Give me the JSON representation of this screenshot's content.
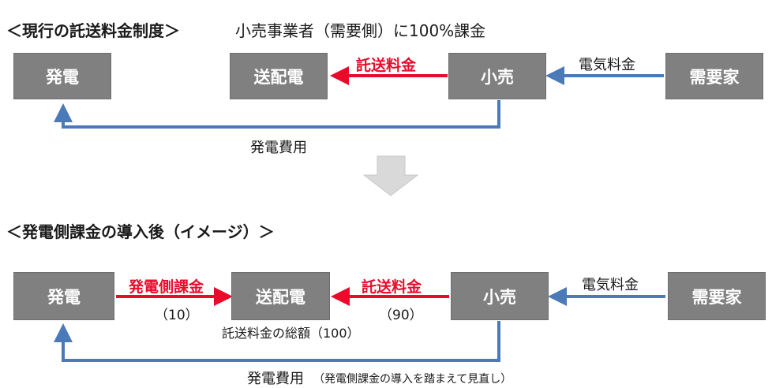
{
  "current": {
    "heading": "＜現行の託送料金制度＞",
    "subheading": "小売事業者（需要側）に100%課金",
    "boxes": {
      "generation": "発電",
      "transmission": "送配電",
      "retail": "小売",
      "consumer": "需要家"
    },
    "arrow_labels": {
      "wheeling_fee": "託送料金",
      "electricity_fee": "電気料金",
      "generation_cost": "発電費用"
    }
  },
  "future": {
    "heading": "＜発電側課金の導入後（イメージ）＞",
    "boxes": {
      "generation": "発電",
      "transmission": "送配電",
      "retail": "小売",
      "consumer": "需要家"
    },
    "arrow_labels": {
      "generation_charge": "発電側課金",
      "generation_charge_amount": "（10）",
      "wheeling_fee": "託送料金",
      "wheeling_fee_amount": "（90）",
      "electricity_fee": "電気料金",
      "generation_cost": "発電費用",
      "generation_cost_note": "（発電側課金の導入を踏まえて見直し）",
      "total_note": "託送料金の総額（100）"
    }
  },
  "colors": {
    "box": "#808080",
    "red_arrow": "#ea0a2a",
    "blue_arrow": "#4a7ab8",
    "down_arrow": "#d9d9d9"
  }
}
